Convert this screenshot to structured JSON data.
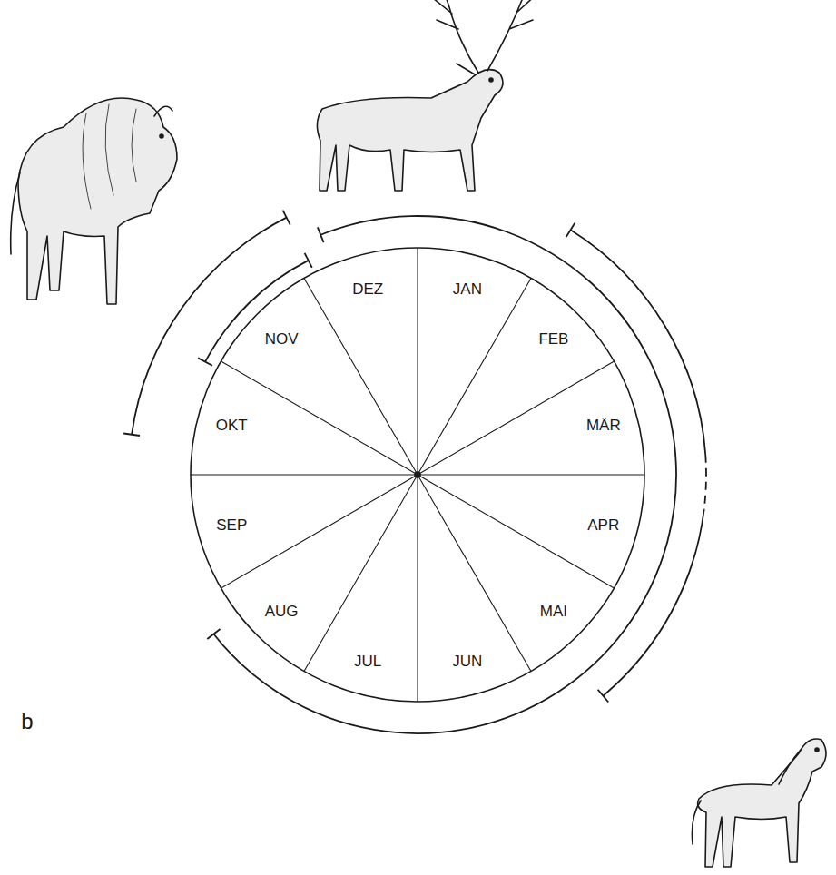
{
  "diagram": {
    "labels": [
      "DEZ",
      "JAN",
      "FEB",
      "MÄR",
      "APR",
      "MAI",
      "JUN",
      "JUL",
      "AUG",
      "SEP",
      "OKT",
      "NOV",
      "b"
    ]
  }
}
